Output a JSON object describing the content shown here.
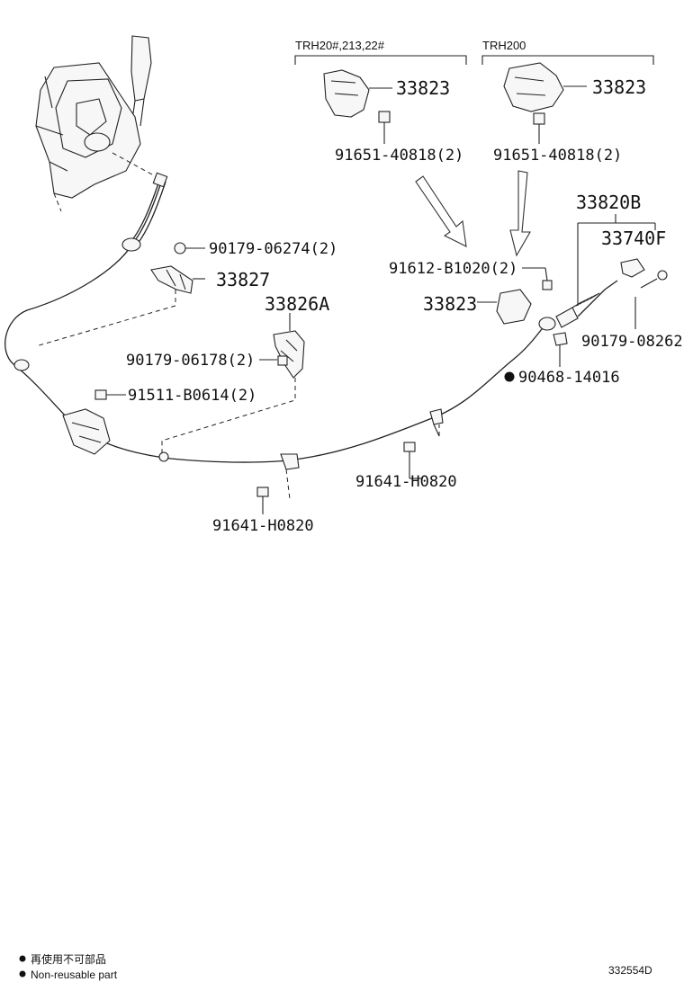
{
  "groups": {
    "group_a": "TRH20#,213,22#",
    "group_b": "TRH200"
  },
  "labels": {
    "bracket_a": "33823",
    "bolt_a": "91651-40818(2)",
    "bracket_b": "33823",
    "bolt_b": "91651-40818(2)",
    "cable_assy": "33820B",
    "cable_end": "33740F",
    "bolt_c": "91612-B1020(2)",
    "bracket_c": "33823",
    "nut_end": "90179-08262",
    "clip": "90468-14016",
    "nut_upper": "90179-06274(2)",
    "retainer": "33827",
    "bracket_mid": "33826A",
    "nut_mid": "90179-06178(2)",
    "bolt_left": "91511-B0614(2)",
    "bolt_right": "91641-H0820",
    "bolt_bottom": "91641-H0820"
  },
  "legend": {
    "line1": "再使用不可部品",
    "line2": "Non-reusable part"
  },
  "diagram_code": "332554D"
}
